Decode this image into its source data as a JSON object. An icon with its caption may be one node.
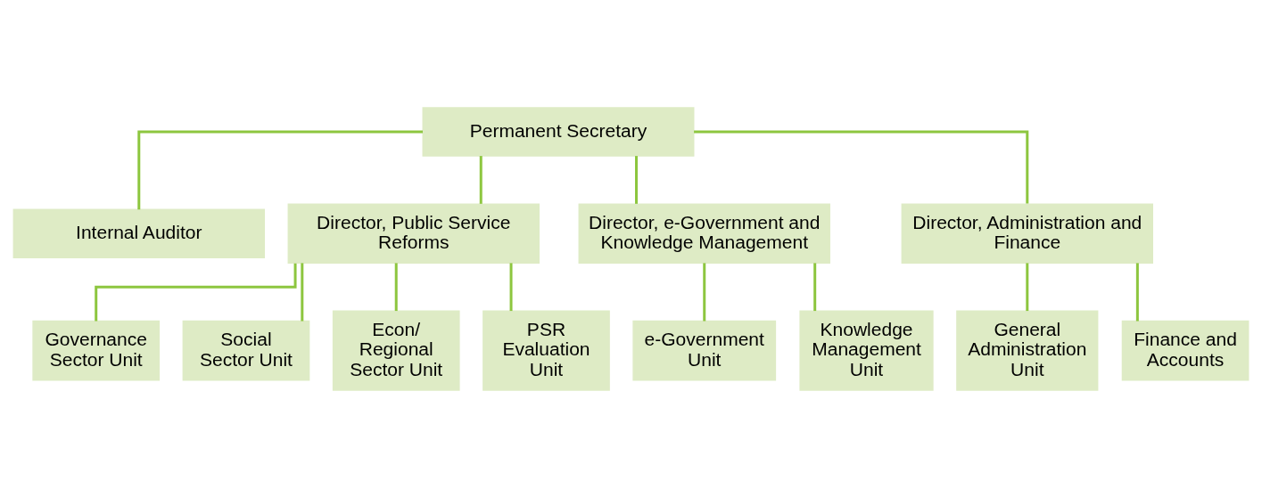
{
  "diagram": {
    "nodes": [
      {
        "text": [
          "Permanent Secretary"
        ]
      },
      {
        "text": [
          "Internal Auditor"
        ]
      },
      {
        "text": [
          "Director, Public Service Reforms"
        ]
      },
      {
        "text": [
          "Director, e-Government and Knowledge Management"
        ]
      },
      {
        "text": [
          "Director, Administration and Finance"
        ]
      },
      {
        "text": [
          "Governance Sector Unit"
        ]
      },
      {
        "text": [
          "Social Sector Unit"
        ]
      },
      {
        "text": [
          "Econ/ Regional Sector Unit"
        ]
      },
      {
        "text": [
          "PSR Evaluation Unit"
        ]
      },
      {
        "text": [
          "e-Government Unit"
        ]
      },
      {
        "text": [
          "Knowledge Management Unit"
        ]
      },
      {
        "text": [
          "General Administration Unit"
        ]
      },
      {
        "text": [
          "Finance and Accounts"
        ]
      }
    ],
    "edges": [
      {
        "from": 0,
        "to": 1,
        "arrow": "none"
      },
      {
        "from": 0,
        "to": 2,
        "arrow": "none"
      },
      {
        "from": 0,
        "to": 3,
        "arrow": "none"
      },
      {
        "from": 0,
        "to": 4,
        "arrow": "none"
      },
      {
        "from": 2,
        "to": 5,
        "arrow": "none"
      },
      {
        "from": 2,
        "to": 6,
        "arrow": "none"
      },
      {
        "from": 2,
        "to": 7,
        "arrow": "none"
      },
      {
        "from": 2,
        "to": 8,
        "arrow": "none"
      },
      {
        "from": 3,
        "to": 9,
        "arrow": "none"
      },
      {
        "from": 3,
        "to": 10,
        "arrow": "none"
      },
      {
        "from": 4,
        "to": 11,
        "arrow": "none"
      },
      {
        "from": 4,
        "to": 12,
        "arrow": "none"
      }
    ]
  }
}
